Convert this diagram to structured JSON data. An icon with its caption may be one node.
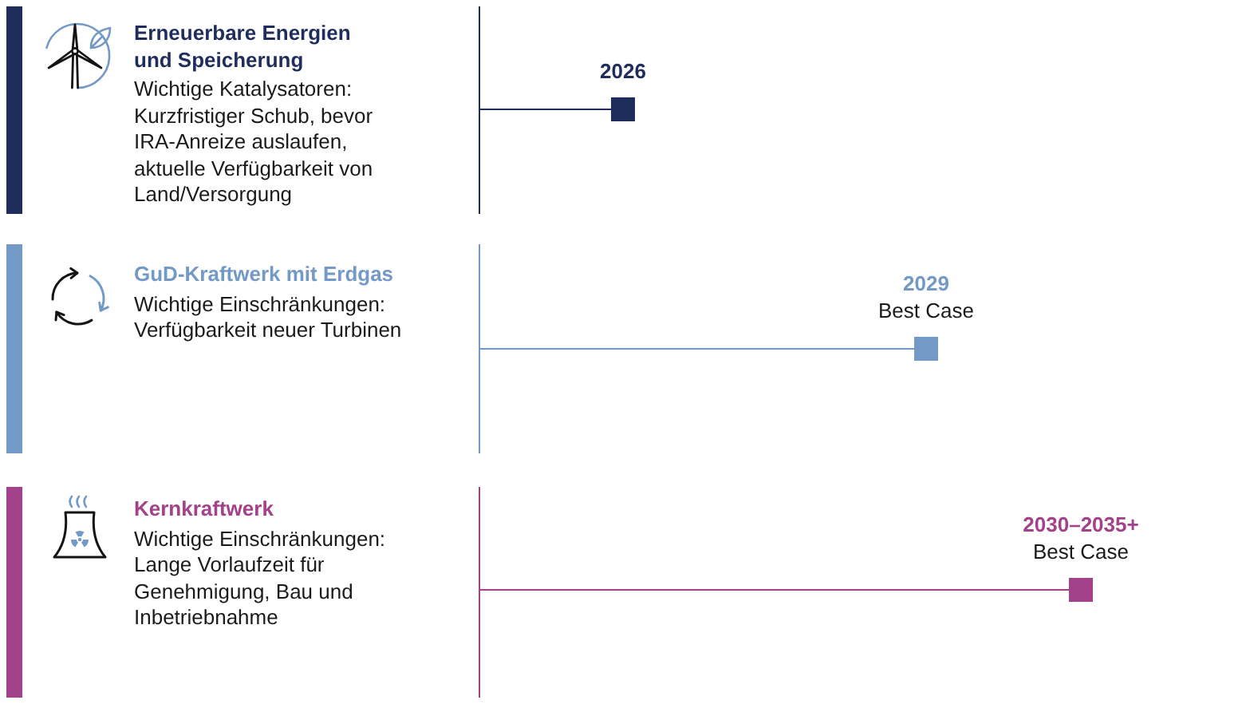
{
  "diagram": {
    "nodes": [
      {
        "text": [
          "Erneuerbare Energien und Speicherung",
          "Wichtige Katalysatoren: Kurzfristiger Schub, bevor IRA-Anreize auslaufen, aktuelle Verfügbarkeit von Land/Versorgung"
        ]
      },
      {
        "text": [],
        "shape": "box",
        "beside": [
          "2026"
        ]
      },
      {
        "text": [
          "GuD-Kraftwerk mit Erdgas",
          "Wichtige Einschränkungen: Verfügbarkeit neuer Turbinen"
        ]
      },
      {
        "text": [],
        "shape": "box",
        "beside": [
          "2029",
          "Best Case"
        ]
      },
      {
        "text": [
          "Kernkraftwerk",
          "Wichtige Einschränkungen: Lange Vorlaufzeit für Genehmigung, Bau und Inbetriebnahme"
        ]
      },
      {
        "text": [],
        "shape": "box",
        "beside": [
          "2030–2035+",
          "Best Case"
        ]
      }
    ],
    "edges": [
      {
        "from": 0,
        "to": 1,
        "arrow": "none",
        "color": "#1f2d5c"
      },
      {
        "from": 2,
        "to": 3,
        "arrow": "none",
        "color": "#7399c6"
      },
      {
        "from": 4,
        "to": 5,
        "arrow": "none",
        "color": "#a3418a"
      }
    ]
  }
}
